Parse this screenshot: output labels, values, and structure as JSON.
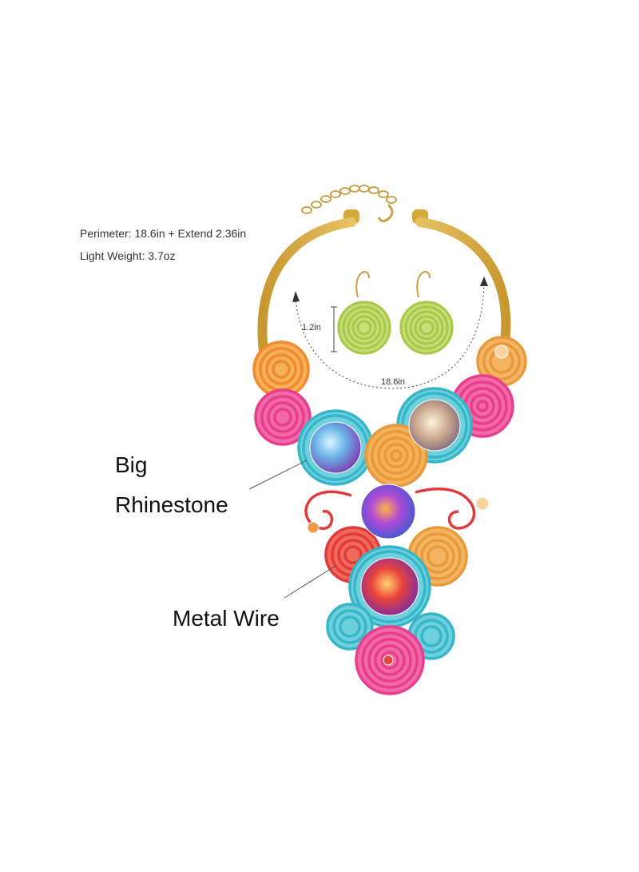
{
  "specs": {
    "perimeter": "Perimeter: 18.6in + Extend 2.36in",
    "weight": "Light Weight: 3.7oz"
  },
  "callouts": {
    "big": "Big",
    "rhinestone": "Rhinestone",
    "metal_wire": "Metal Wire"
  },
  "dimensions": {
    "earring_height": "1.2in",
    "necklace_length": "18.6in"
  },
  "colors": {
    "background": "#ffffff",
    "gold_chain": "#d9b45a",
    "green_earring": "#b5d35a",
    "magenta": "#e83c8c",
    "orange": "#f08a2e",
    "turquoise": "#35b7c9",
    "red": "#e23a3a"
  }
}
